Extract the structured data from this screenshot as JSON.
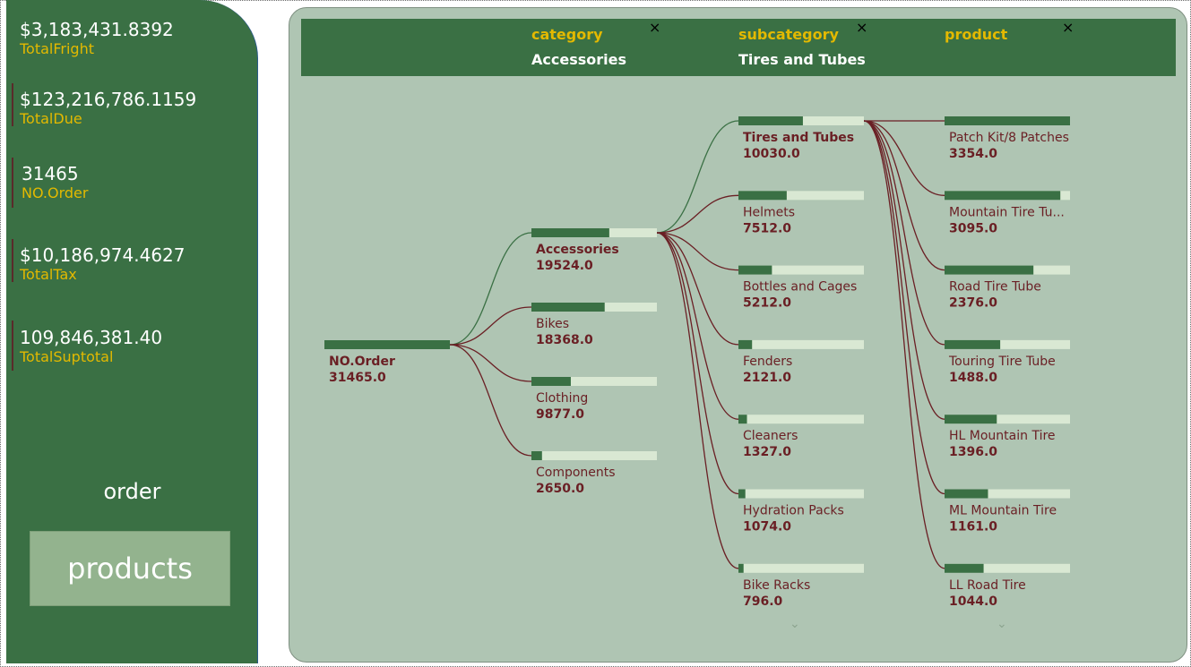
{
  "kpis": [
    {
      "value": "$3,183,431.8392",
      "label": "TotalFright"
    },
    {
      "value": "$123,216,786.1159",
      "label": "TotalDue"
    },
    {
      "value": "31465",
      "label": "NO.Order"
    },
    {
      "value": "$10,186,974.4627",
      "label": "TotalTax"
    },
    {
      "value": "109,846,381.40",
      "label": "TotalSuptotal"
    }
  ],
  "sidebar": {
    "page_title": "order",
    "products_button": "products"
  },
  "tree": {
    "levels": [
      {
        "name": "category",
        "filter": "Accessories"
      },
      {
        "name": "subcategory",
        "filter": "Tires and Tubes"
      },
      {
        "name": "product",
        "filter": ""
      }
    ],
    "close_glyph": "×",
    "root": {
      "label": "NO.Order",
      "value": "31465.0",
      "amount": 31465
    },
    "categories": [
      {
        "label": "Accessories",
        "value": "19524.0",
        "amount": 19524,
        "selected": true
      },
      {
        "label": "Bikes",
        "value": "18368.0",
        "amount": 18368
      },
      {
        "label": "Clothing",
        "value": "9877.0",
        "amount": 9877
      },
      {
        "label": "Components",
        "value": "2650.0",
        "amount": 2650
      }
    ],
    "subcategories": [
      {
        "label": "Tires and Tubes",
        "value": "10030.0",
        "amount": 10030,
        "selected": true
      },
      {
        "label": "Helmets",
        "value": "7512.0",
        "amount": 7512
      },
      {
        "label": "Bottles and Cages",
        "value": "5212.0",
        "amount": 5212
      },
      {
        "label": "Fenders",
        "value": "2121.0",
        "amount": 2121
      },
      {
        "label": "Cleaners",
        "value": "1327.0",
        "amount": 1327
      },
      {
        "label": "Hydration Packs",
        "value": "1074.0",
        "amount": 1074
      },
      {
        "label": "Bike Racks",
        "value": "796.0",
        "amount": 796
      }
    ],
    "products": [
      {
        "label": "Patch Kit/8 Patches",
        "value": "3354.0",
        "amount": 3354
      },
      {
        "label": "Mountain Tire Tu...",
        "value": "3095.0",
        "amount": 3095
      },
      {
        "label": "Road Tire Tube",
        "value": "2376.0",
        "amount": 2376
      },
      {
        "label": "Touring Tire Tube",
        "value": "1488.0",
        "amount": 1488
      },
      {
        "label": "HL Mountain Tire",
        "value": "1396.0",
        "amount": 1396
      },
      {
        "label": "ML Mountain Tire",
        "value": "1161.0",
        "amount": 1161
      },
      {
        "label": "LL Road Tire",
        "value": "1044.0",
        "amount": 1044
      }
    ],
    "scroll_glyph": "⌄"
  },
  "colors": {
    "panel": "#3a7044",
    "card": "#afc5b3",
    "bar_fill": "#3a7044",
    "bar_track": "#d9e8d3",
    "node_text": "#6a1f24",
    "link_selected": "#3a7044",
    "link": "#6a1f24",
    "accent_label": "#e3b900"
  }
}
